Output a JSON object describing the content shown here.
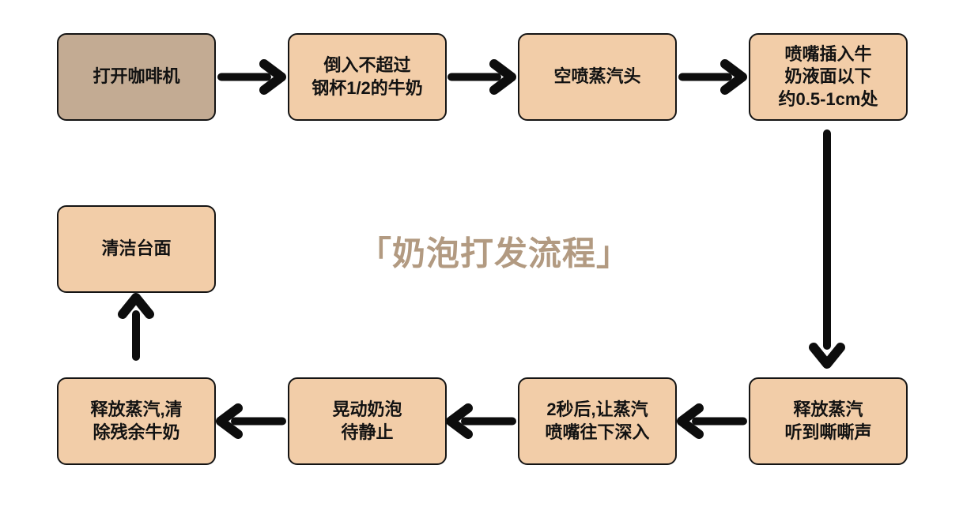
{
  "title": "「奶泡打发流程」",
  "colors": {
    "box_fill_light": "#f2cda8",
    "box_fill_dark": "#c3ab93",
    "box_border": "#141414",
    "arrow": "#0d0d0d",
    "title_color": "#b29a81",
    "background": "#ffffff"
  },
  "steps": [
    {
      "id": 1,
      "label": "打开咖啡机",
      "variant": "dark"
    },
    {
      "id": 2,
      "label": "倒入不超过\n钢杯1/2的牛奶",
      "variant": "light"
    },
    {
      "id": 3,
      "label": "空喷蒸汽头",
      "variant": "light"
    },
    {
      "id": 4,
      "label": "喷嘴插入牛\n奶液面以下\n约0.5-1cm处",
      "variant": "light"
    },
    {
      "id": 5,
      "label": "释放蒸汽\n听到嘶嘶声",
      "variant": "light"
    },
    {
      "id": 6,
      "label": "2秒后,让蒸汽\n喷嘴往下深入",
      "variant": "light"
    },
    {
      "id": 7,
      "label": "晃动奶泡\n待静止",
      "variant": "light"
    },
    {
      "id": 8,
      "label": "释放蒸汽,清\n除残余牛奶",
      "variant": "light"
    },
    {
      "id": 9,
      "label": "清洁台面",
      "variant": "light"
    }
  ]
}
